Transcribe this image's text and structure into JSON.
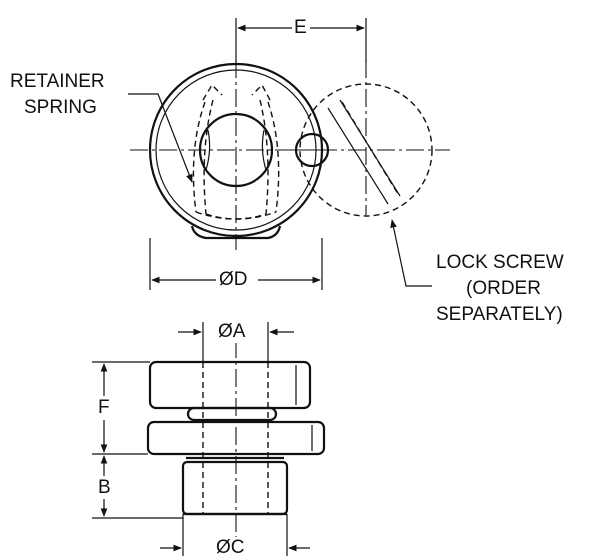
{
  "labels": {
    "retainer_spring": [
      "RETAINER",
      "SPRING"
    ],
    "lock_screw": [
      "LOCK SCREW",
      "(ORDER",
      "SEPARATELY)"
    ]
  },
  "dimensions": {
    "E": "E",
    "D": "ØD",
    "A": "ØA",
    "F": "F",
    "B": "B",
    "C": "ØC"
  }
}
